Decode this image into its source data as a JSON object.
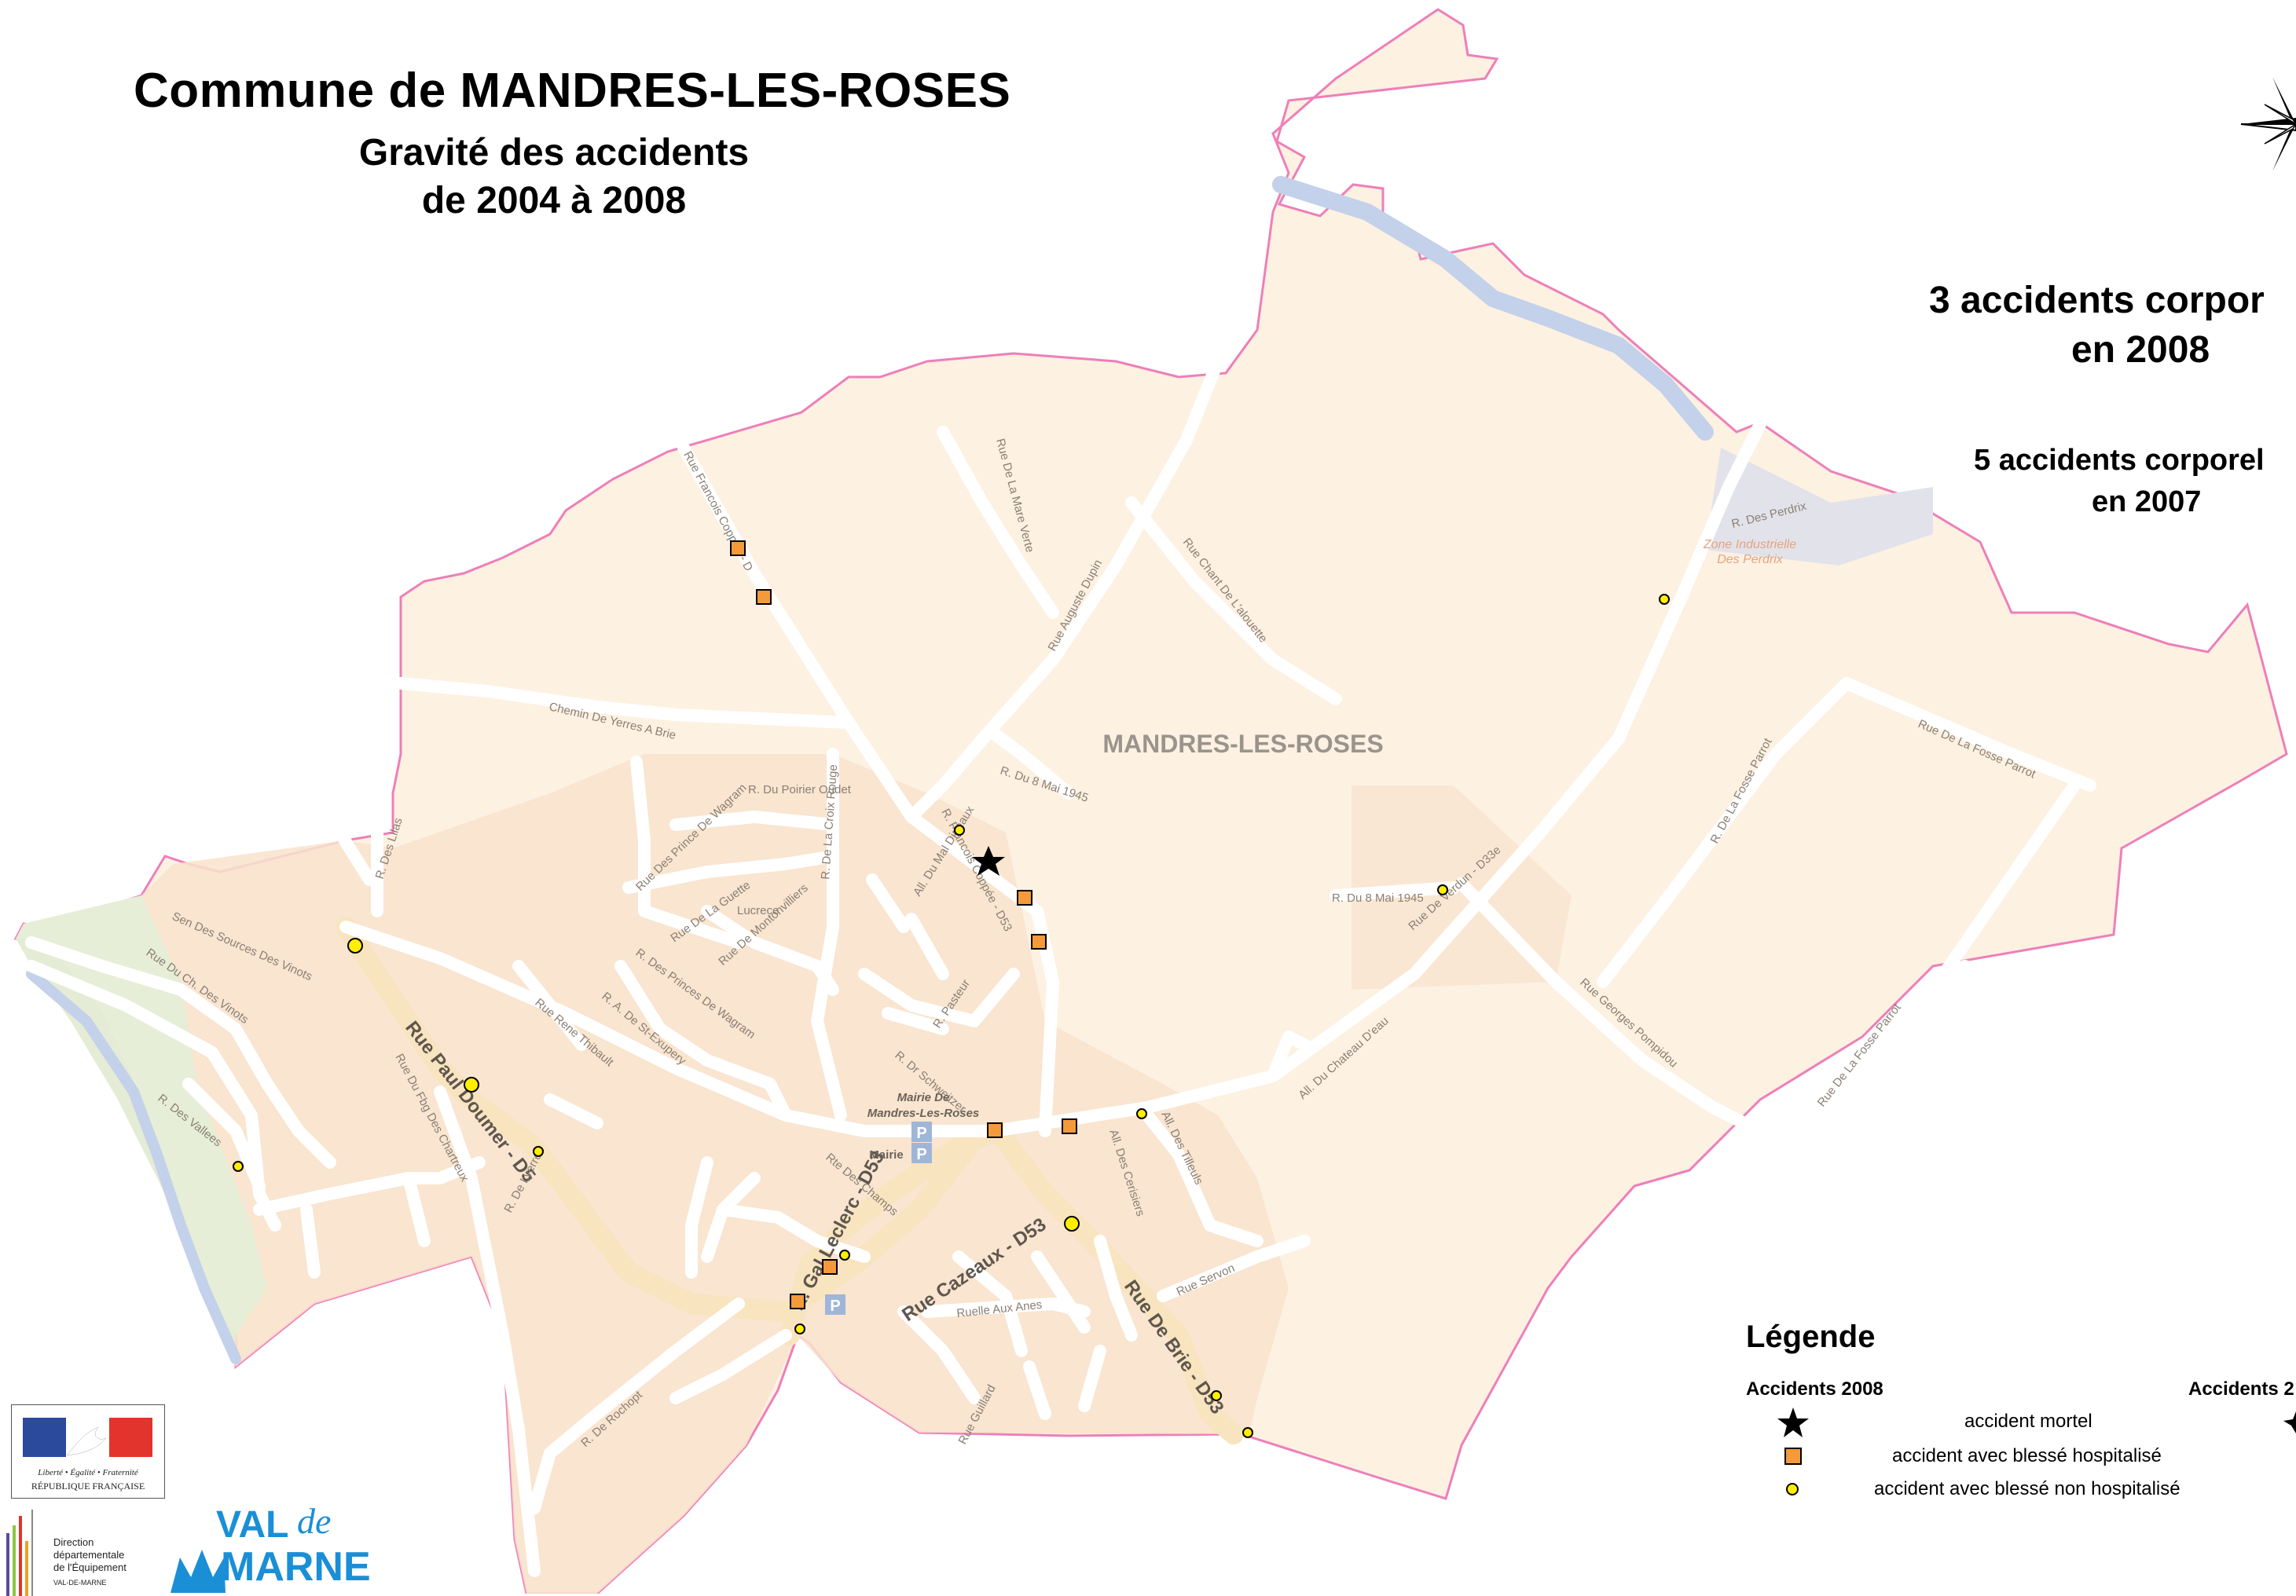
{
  "header": {
    "title": "Commune de MANDRES-LES-ROSES",
    "subtitle_line1": "Gravité des accidents",
    "subtitle_line2": "de 2004 à 2008"
  },
  "stats": {
    "line_2008_a": "3 accidents corpor",
    "line_2008_b": "en 2008",
    "line_2007_a": "5 accidents corporel",
    "line_2007_b": "en 2007"
  },
  "map": {
    "commune_label": "MANDRES-LES-ROSES",
    "zone_label_1": "Zone Industrielle",
    "zone_label_2": "Des Perdrix",
    "colors": {
      "commune_fill": "#fdf1e2",
      "commune_border": "#ee7fb9",
      "built_area": "#f8e3cd",
      "river": "#c3d1ea",
      "green": "#e5ecd5",
      "road": "#ffffff",
      "main_road": "#f8e4bf"
    },
    "streets": {
      "rue_paul_doumer": "Rue Paul Doumer - D5",
      "rue_cazeaux": "Rue Cazeaux - D53",
      "rue_de_brie": "Rue De Brie - D53",
      "rue_gal_leclerc": "R. Gal Leclerc - D53",
      "rue_verdun": "Rue De Verdun - D33e",
      "rue_des_vallees": "R. Des Vallees",
      "rue_chant_alouette": "Rue Chant De L'alouette",
      "rue_auguste_dupin": "Rue Auguste Dupin",
      "rue_mare_verte": "Rue De La Mare Verte",
      "rue_francois_coppee": "Rue Francois Coppée - D",
      "rue_francois_coppee_2": "R. Francois Coppée - D53",
      "chemin_yerres": "Chemin De Yerres A Brie",
      "rue_georges_pompidou": "Rue Georges Pompidou",
      "rue_fosse_parrot_1": "Rue De La Fosse Parrot",
      "rue_fosse_parrot_2": "R. De La Fosse Parrot",
      "rue_fosse_parrot_3": "Rue De La Fosse Parrot",
      "rue_8_mai": "R. Du 8 Mai 1945",
      "rue_8_mai_2": "R. Du 8 Mai 1945",
      "rue_perdrix": "R. Des Perdrix",
      "rue_lilas": "R. Des Lilas",
      "rue_wagram": "Rue Des Prince De Wagram",
      "rue_wagram_2": "R. Des Princes De Wagram",
      "rue_guette": "Rue De La Guette",
      "rue_croix_rouge": "R. De La Croix Rouge",
      "rue_rene_thibault": "Rue Rene Thibault",
      "rue_pasteur": "R. Pasteur",
      "rue_schweitzer": "R. Dr Schweitzer",
      "rue_servon": "Rue Servon",
      "rue_guillard": "Rue Guillard",
      "rue_rochopt": "R. De Rochopt",
      "ruelle_anes": "Ruelle Aux Anes",
      "rue_fbg_chartreux": "Rue Du Fbg Des Chartreux",
      "rue_ch_vinots": "Rue Du Ch. Des Vinots",
      "sen_sources_vinots": "Sen Des Sources Des Vinots",
      "rue_champs": "Rte Des Champs",
      "rue_poirier_oudet": "R. Du Poirier Oudet",
      "lucrece": "Lucrece",
      "rue_montonvilliers": "Rue De Montonvilliers",
      "all_mai_dideaux": "All. Du Mal Dideaux",
      "rue_yerres": "R. De Lyerres",
      "rue_st_exupery": "R. A. De St-Exupery",
      "all_chateau_eau": "All. Du Chateau D'eau",
      "all_cerisiers": "All. Des Cerisiers",
      "all_tilleuls": "All. Des Tilleuls"
    },
    "pois": {
      "mairie_label_1": "Mairie De",
      "mairie_label_2": "Mandres-Les-Roses",
      "mairie_small": "Mairie",
      "parking": "P"
    }
  },
  "legend": {
    "title": "Légende",
    "group_2008": "Accidents 2008",
    "group_2007": "Accidents 2",
    "items": [
      {
        "label": "accident mortel",
        "symbol": "black-star"
      },
      {
        "label": "accident avec blessé hospitalisé",
        "symbol": "orange-square"
      },
      {
        "label": "accident avec blessé non hospitalisé",
        "symbol": "yellow-dot"
      }
    ]
  },
  "logos": {
    "rf_line1": "Liberté • Égalité • Fraternité",
    "rf_line2": "RÉPUBLIQUE FRANÇAISE",
    "dde_line1": "Direction",
    "dde_line2": "départementale",
    "dde_line3": "de l'Équipement",
    "dde_line4": "VAL-DE-MARNE",
    "vdm_word1": "VAL",
    "vdm_word2": "de",
    "vdm_word3": "MARNE"
  }
}
